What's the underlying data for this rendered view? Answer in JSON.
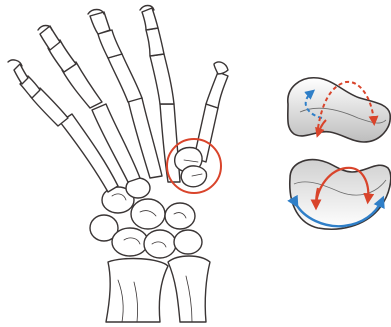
{
  "figure": {
    "colors": {
      "line": "#3a3535",
      "highlight": "#d9442b",
      "blue": "#2f7fc8",
      "saddle_shade": "#c9c9c9",
      "background": "#ffffff"
    },
    "panels": [
      {
        "id": "hand-skeleton",
        "kind": "illustration"
      },
      {
        "id": "saddle-joint",
        "kind": "illustration"
      }
    ]
  }
}
